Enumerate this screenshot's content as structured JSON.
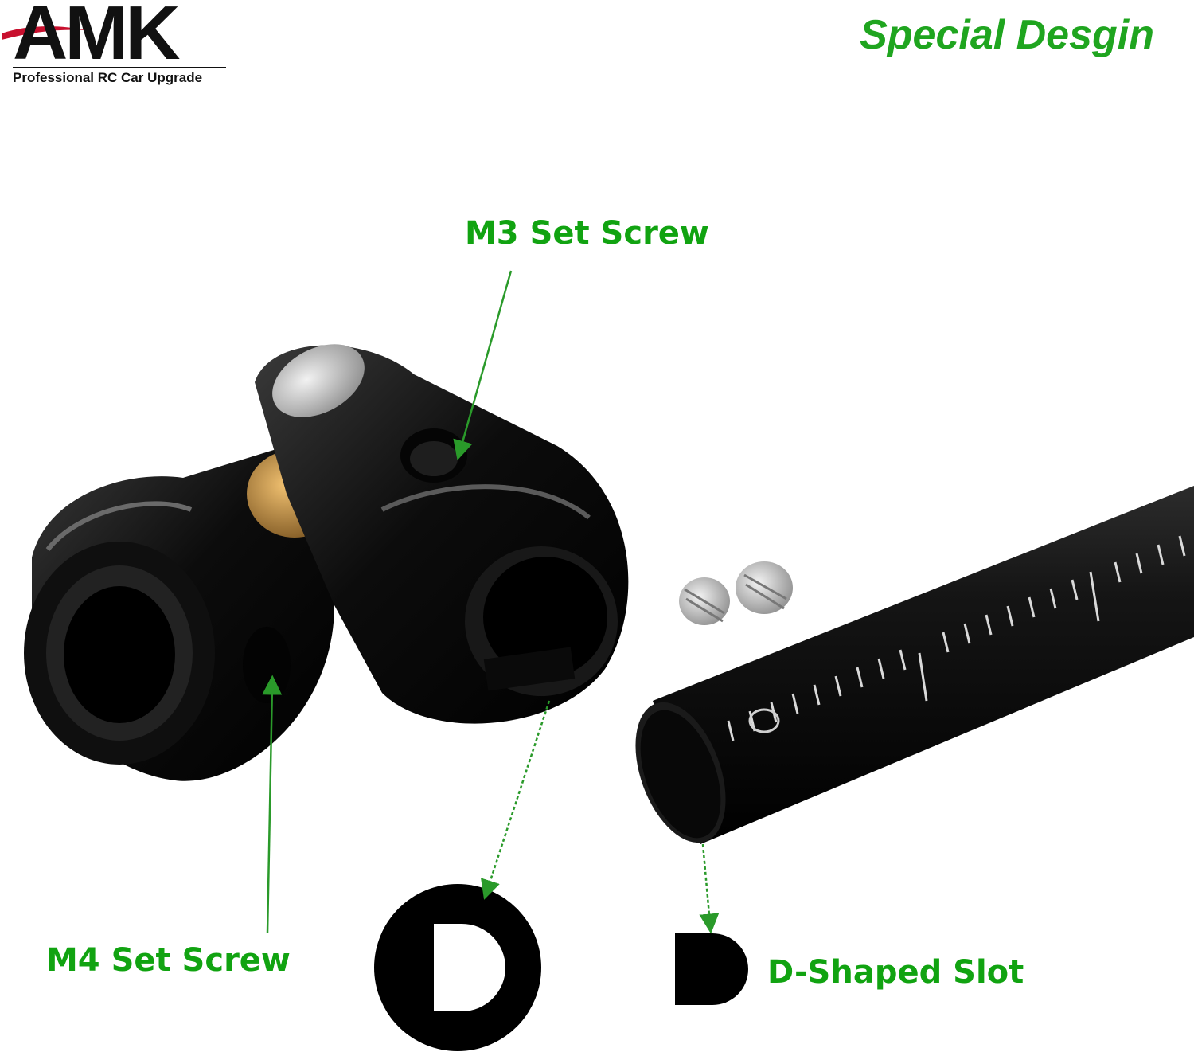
{
  "brand": {
    "logo_text": "AMK",
    "tagline": "Professional RC Car Upgrade"
  },
  "headline": {
    "text": "Special Desgin",
    "color": "#1fa51f"
  },
  "callouts": {
    "m3_set_screw": "M3 Set Screw",
    "m4_set_screw": "M4 Set Screw",
    "d_shaped_slot": "D-Shaped Slot"
  },
  "colors": {
    "callout_green": "#11a311",
    "arrow_green": "#2a9a2a",
    "part_black": "#0a0a0a",
    "brass": "#b8893a",
    "steel": "#c8c8c8",
    "logo_red": "#c8102e"
  }
}
